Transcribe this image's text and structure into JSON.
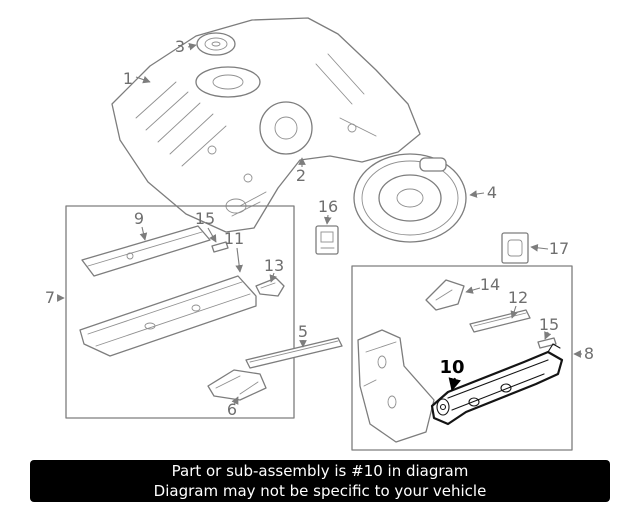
{
  "banner": {
    "line1": "Part or sub-assembly is #10 in diagram",
    "line2": "Diagram may not be specific to your vehicle",
    "background": "#000000",
    "text_color": "#ffffff"
  },
  "diagram": {
    "type": "exploded-parts-diagram",
    "highlighted_part": "10",
    "colors": {
      "line": "#7d7d7d",
      "label": "#6f6f6f",
      "highlight": "#000000",
      "background": "#ffffff"
    },
    "labels": [
      {
        "text": "1"
      },
      {
        "text": "2"
      },
      {
        "text": "3"
      },
      {
        "text": "4"
      },
      {
        "text": "16"
      },
      {
        "text": "17"
      },
      {
        "text": "9"
      },
      {
        "text": "15"
      },
      {
        "text": "11"
      },
      {
        "text": "13"
      },
      {
        "text": "7"
      },
      {
        "text": "14"
      },
      {
        "text": "12"
      },
      {
        "text": "15"
      },
      {
        "text": "8"
      },
      {
        "text": "5"
      },
      {
        "text": "6"
      },
      {
        "text": "10"
      }
    ]
  }
}
